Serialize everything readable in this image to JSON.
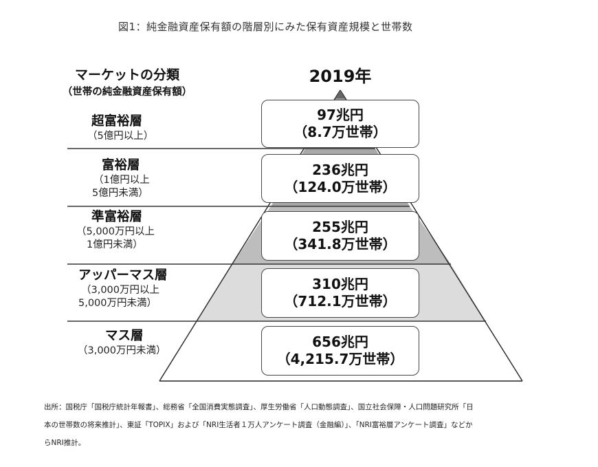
{
  "figure": {
    "title": "図1：純金融資産保有額の階層別にみた保有資産規模と世帯数",
    "left_header": {
      "main": "マーケットの分類",
      "sub": "（世帯の純金融資産保有額）"
    },
    "year_label": "2019年"
  },
  "tiers": [
    {
      "name": "超富裕層",
      "range_line1": "（5億円以上）",
      "range_line2": "",
      "assets": "97兆円",
      "households": "（8.7万世帯）",
      "fill": "#9a9a9a"
    },
    {
      "name": "富裕層",
      "range_line1": "（1億円以上",
      "range_line2": "5億円未満）",
      "assets": "236兆円",
      "households": "（124.0万世帯）",
      "fill": "#a8a8a8"
    },
    {
      "name": "準富裕層",
      "range_line1": "（5,000万円以上",
      "range_line2": "1億円未満）",
      "assets": "255兆円",
      "households": "（341.8万世帯）",
      "fill": "#bdbdbd"
    },
    {
      "name": "アッパーマス層",
      "range_line1": "（3,000万円以上",
      "range_line2": "5,000万円未満）",
      "assets": "310兆円",
      "households": "（712.1万世帯）",
      "fill": "#dcdcdc"
    },
    {
      "name": "マス層",
      "range_line1": "（3,000万円未満）",
      "range_line2": "",
      "assets": "656兆円",
      "households": "（4,215.7万世帯）",
      "fill": "#ffffff"
    }
  ],
  "source": {
    "line1": "出所：国税庁「国税庁統計年報書」、総務省「全国消費実態調査」、厚生労働省「人口動態調査」、国立社会保障・人口問題研究所「日",
    "line2": "本の世帯数の将来推計」、東証「TOPIX」および「NRI生活者１万人アンケート調査（金融編）」、「NRI富裕層アンケート調査」などか",
    "line3": "らNRI推計。"
  },
  "chart_data": {
    "type": "pyramid",
    "title": "図1：純金融資産保有額の階層別にみた保有資産規模と世帯数",
    "year": "2019年",
    "categories": [
      "超富裕層",
      "富裕層",
      "準富裕層",
      "アッパーマス層",
      "マス層"
    ],
    "category_ranges": [
      "5億円以上",
      "1億円以上5億円未満",
      "5,000万円以上1億円未満",
      "3,000万円以上5,000万円未満",
      "3,000万円未満"
    ],
    "series": [
      {
        "name": "純金融資産保有額（兆円）",
        "values": [
          97,
          236,
          255,
          310,
          656
        ]
      },
      {
        "name": "世帯数（万世帯）",
        "values": [
          8.7,
          124.0,
          341.8,
          712.1,
          4215.7
        ]
      }
    ],
    "xlabel": "マーケットの分類（世帯の純金融資産保有額）",
    "ylabel": ""
  }
}
